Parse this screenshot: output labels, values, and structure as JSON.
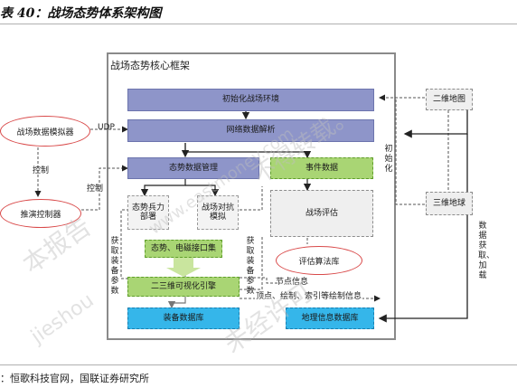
{
  "title": "表 40：战场态势体系架构图",
  "source": "：恒歌科技官网，国联证券研究所",
  "core_title": "战场态势核心框架",
  "blocks": {
    "init_env": "初始化战场环境",
    "net_parse": "网络数据解析",
    "situation_mgmt": "态势数据管理",
    "event_data": "事件数据",
    "force_deploy": "态势兵力部署",
    "combat_sim": "战场对抗模拟",
    "interface_set": "态势、电磁接口集",
    "battle_eval": "战场评估",
    "eval_lib": "评估算法库",
    "viz_engine": "二三维可视化引擎",
    "equip_db": "装备数据库",
    "geo_db": "地理信息数据库",
    "map2d": "二维地图",
    "globe3d": "三维地球",
    "sim_left": "战场数据模拟器",
    "controller": "推演控制器"
  },
  "labels": {
    "udp": "UDP",
    "control1": "控制",
    "control2": "控制",
    "init": "初始化",
    "get_equip_left": "获取装备参数",
    "get_equip_right": "获取装备参数",
    "node_info": "节点信息",
    "draw_info": "顶点、绘制、索引等绘制信息",
    "data_load": "数据获取、加载"
  },
  "watermarks": [
    "本报告",
    "jieshou",
    "www.eastmoney.com",
    "未经许可",
    "不得转载。"
  ]
}
